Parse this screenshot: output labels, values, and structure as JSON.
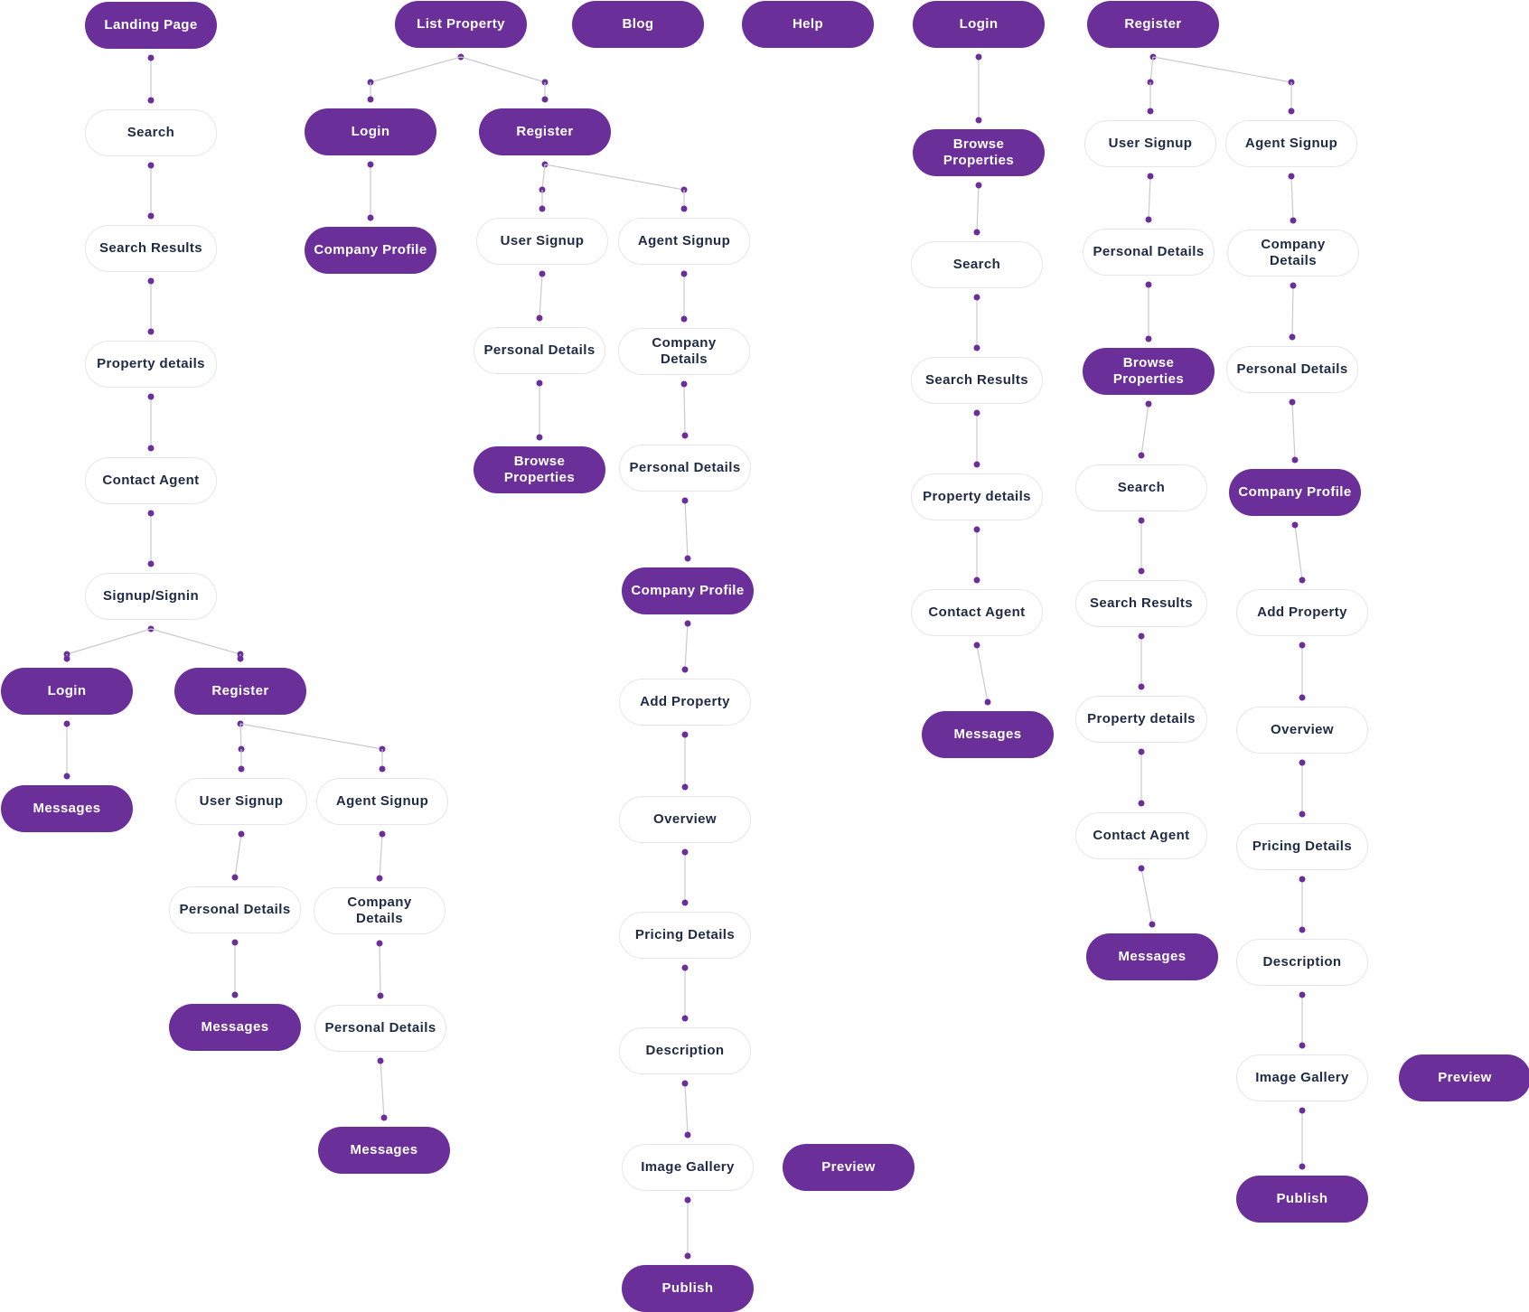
{
  "colors": {
    "accent": "#6b2f9a",
    "node_outline": "#e6e6ea",
    "connector": "#c9c9d1",
    "dot": "#6b2f9a",
    "text_dark": "#1f2a44",
    "text_light": "#ffffff"
  },
  "nodes": [
    {
      "id": "landing-page",
      "label": "Landing Page",
      "style": "filled"
    },
    {
      "id": "list-property",
      "label": "List Property",
      "style": "filled"
    },
    {
      "id": "blog",
      "label": "Blog",
      "style": "filled"
    },
    {
      "id": "help",
      "label": "Help",
      "style": "filled"
    },
    {
      "id": "login-top",
      "label": "Login",
      "style": "filled"
    },
    {
      "id": "register-top",
      "label": "Register",
      "style": "filled"
    },
    {
      "id": "lp-search",
      "label": "Search",
      "style": "outline"
    },
    {
      "id": "lp-search-results",
      "label": "Search Results",
      "style": "outline"
    },
    {
      "id": "lp-property-details",
      "label": "Property details",
      "style": "outline"
    },
    {
      "id": "lp-contact-agent",
      "label": "Contact Agent",
      "style": "outline"
    },
    {
      "id": "lp-signup-signin",
      "label": "Signup/Signin",
      "style": "outline"
    },
    {
      "id": "lp-login",
      "label": "Login",
      "style": "filled"
    },
    {
      "id": "lp-register",
      "label": "Register",
      "style": "filled"
    },
    {
      "id": "lp-login-messages",
      "label": "Messages",
      "style": "filled"
    },
    {
      "id": "lp-user-signup",
      "label": "User Signup",
      "style": "outline"
    },
    {
      "id": "lp-agent-signup",
      "label": "Agent Signup",
      "style": "outline"
    },
    {
      "id": "lp-user-personal",
      "label": "Personal Details",
      "style": "outline"
    },
    {
      "id": "lp-agent-company",
      "label": "Company Details",
      "style": "outline"
    },
    {
      "id": "lp-user-messages",
      "label": "Messages",
      "style": "filled"
    },
    {
      "id": "lp-agent-personal",
      "label": "Personal Details",
      "style": "outline"
    },
    {
      "id": "lp-agent-messages",
      "label": "Messages",
      "style": "filled"
    },
    {
      "id": "lst-login",
      "label": "Login",
      "style": "filled"
    },
    {
      "id": "lst-register",
      "label": "Register",
      "style": "filled"
    },
    {
      "id": "lst-company-profile",
      "label": "Company Profile",
      "style": "filled"
    },
    {
      "id": "lst-user-signup",
      "label": "User Signup",
      "style": "outline"
    },
    {
      "id": "lst-agent-signup",
      "label": "Agent Signup",
      "style": "outline"
    },
    {
      "id": "lst-user-personal",
      "label": "Personal Details",
      "style": "outline"
    },
    {
      "id": "lst-agent-company",
      "label": "Company Details",
      "style": "outline"
    },
    {
      "id": "lst-user-browse",
      "label": "Browse Properties",
      "style": "filled"
    },
    {
      "id": "lst-agent-personal",
      "label": "Personal Details",
      "style": "outline"
    },
    {
      "id": "lst-agent-profile",
      "label": "Company Profile",
      "style": "filled"
    },
    {
      "id": "lst-add-property",
      "label": "Add Property",
      "style": "outline"
    },
    {
      "id": "lst-overview",
      "label": "Overview",
      "style": "outline"
    },
    {
      "id": "lst-pricing",
      "label": "Pricing Details",
      "style": "outline"
    },
    {
      "id": "lst-description",
      "label": "Description",
      "style": "outline"
    },
    {
      "id": "lst-gallery",
      "label": "Image Gallery",
      "style": "outline"
    },
    {
      "id": "lst-preview",
      "label": "Preview",
      "style": "filled"
    },
    {
      "id": "lst-publish",
      "label": "Publish",
      "style": "filled"
    },
    {
      "id": "lg-browse",
      "label": "Browse Properties",
      "style": "filled"
    },
    {
      "id": "lg-search",
      "label": "Search",
      "style": "outline"
    },
    {
      "id": "lg-search-results",
      "label": "Search Results",
      "style": "outline"
    },
    {
      "id": "lg-property-details",
      "label": "Property details",
      "style": "outline"
    },
    {
      "id": "lg-contact-agent",
      "label": "Contact Agent",
      "style": "outline"
    },
    {
      "id": "lg-messages",
      "label": "Messages",
      "style": "filled"
    },
    {
      "id": "rg-user-signup",
      "label": "User Signup",
      "style": "outline"
    },
    {
      "id": "rg-agent-signup",
      "label": "Agent Signup",
      "style": "outline"
    },
    {
      "id": "rg-user-personal",
      "label": "Personal Details",
      "style": "outline"
    },
    {
      "id": "rg-agent-company",
      "label": "Company Details",
      "style": "outline"
    },
    {
      "id": "rg-user-browse",
      "label": "Browse Properties",
      "style": "filled"
    },
    {
      "id": "rg-agent-personal",
      "label": "Personal Details",
      "style": "outline"
    },
    {
      "id": "rg-search",
      "label": "Search",
      "style": "outline"
    },
    {
      "id": "rg-agent-profile",
      "label": "Company Profile",
      "style": "filled"
    },
    {
      "id": "rg-search-results",
      "label": "Search Results",
      "style": "outline"
    },
    {
      "id": "rg-add-property",
      "label": "Add Property",
      "style": "outline"
    },
    {
      "id": "rg-property-details",
      "label": "Property details",
      "style": "outline"
    },
    {
      "id": "rg-overview",
      "label": "Overview",
      "style": "outline"
    },
    {
      "id": "rg-contact-agent",
      "label": "Contact Agent",
      "style": "outline"
    },
    {
      "id": "rg-pricing",
      "label": "Pricing Details",
      "style": "outline"
    },
    {
      "id": "rg-messages",
      "label": "Messages",
      "style": "filled"
    },
    {
      "id": "rg-description",
      "label": "Description",
      "style": "outline"
    },
    {
      "id": "rg-gallery",
      "label": "Image Gallery",
      "style": "outline"
    },
    {
      "id": "rg-preview",
      "label": "Preview",
      "style": "filled"
    },
    {
      "id": "rg-publish",
      "label": "Publish",
      "style": "filled"
    }
  ],
  "edges": [
    [
      "landing-page",
      "lp-search"
    ],
    [
      "lp-search",
      "lp-search-results"
    ],
    [
      "lp-search-results",
      "lp-property-details"
    ],
    [
      "lp-property-details",
      "lp-contact-agent"
    ],
    [
      "lp-contact-agent",
      "lp-signup-signin"
    ],
    [
      "lp-signup-signin",
      "lp-login"
    ],
    [
      "lp-signup-signin",
      "lp-register"
    ],
    [
      "lp-login",
      "lp-login-messages"
    ],
    [
      "lp-register",
      "lp-user-signup"
    ],
    [
      "lp-register",
      "lp-agent-signup"
    ],
    [
      "lp-user-signup",
      "lp-user-personal"
    ],
    [
      "lp-user-personal",
      "lp-user-messages"
    ],
    [
      "lp-agent-signup",
      "lp-agent-company"
    ],
    [
      "lp-agent-company",
      "lp-agent-personal"
    ],
    [
      "lp-agent-personal",
      "lp-agent-messages"
    ],
    [
      "list-property",
      "lst-login"
    ],
    [
      "list-property",
      "lst-register"
    ],
    [
      "lst-login",
      "lst-company-profile"
    ],
    [
      "lst-register",
      "lst-user-signup"
    ],
    [
      "lst-register",
      "lst-agent-signup"
    ],
    [
      "lst-user-signup",
      "lst-user-personal"
    ],
    [
      "lst-user-personal",
      "lst-user-browse"
    ],
    [
      "lst-agent-signup",
      "lst-agent-company"
    ],
    [
      "lst-agent-company",
      "lst-agent-personal"
    ],
    [
      "lst-agent-personal",
      "lst-agent-profile"
    ],
    [
      "lst-agent-profile",
      "lst-add-property"
    ],
    [
      "lst-add-property",
      "lst-overview"
    ],
    [
      "lst-overview",
      "lst-pricing"
    ],
    [
      "lst-pricing",
      "lst-description"
    ],
    [
      "lst-description",
      "lst-gallery"
    ],
    [
      "lst-gallery",
      "lst-publish"
    ],
    [
      "login-top",
      "lg-browse"
    ],
    [
      "lg-browse",
      "lg-search"
    ],
    [
      "lg-search",
      "lg-search-results"
    ],
    [
      "lg-search-results",
      "lg-property-details"
    ],
    [
      "lg-property-details",
      "lg-contact-agent"
    ],
    [
      "lg-contact-agent",
      "lg-messages"
    ],
    [
      "register-top",
      "rg-user-signup"
    ],
    [
      "register-top",
      "rg-agent-signup"
    ],
    [
      "rg-user-signup",
      "rg-user-personal"
    ],
    [
      "rg-user-personal",
      "rg-user-browse"
    ],
    [
      "rg-user-browse",
      "rg-search"
    ],
    [
      "rg-search",
      "rg-search-results"
    ],
    [
      "rg-search-results",
      "rg-property-details"
    ],
    [
      "rg-property-details",
      "rg-contact-agent"
    ],
    [
      "rg-contact-agent",
      "rg-messages"
    ],
    [
      "rg-agent-signup",
      "rg-agent-company"
    ],
    [
      "rg-agent-company",
      "rg-agent-personal"
    ],
    [
      "rg-agent-personal",
      "rg-agent-profile"
    ],
    [
      "rg-agent-profile",
      "rg-add-property"
    ],
    [
      "rg-add-property",
      "rg-overview"
    ],
    [
      "rg-overview",
      "rg-pricing"
    ],
    [
      "rg-pricing",
      "rg-description"
    ],
    [
      "rg-description",
      "rg-gallery"
    ],
    [
      "rg-gallery",
      "rg-publish"
    ]
  ]
}
